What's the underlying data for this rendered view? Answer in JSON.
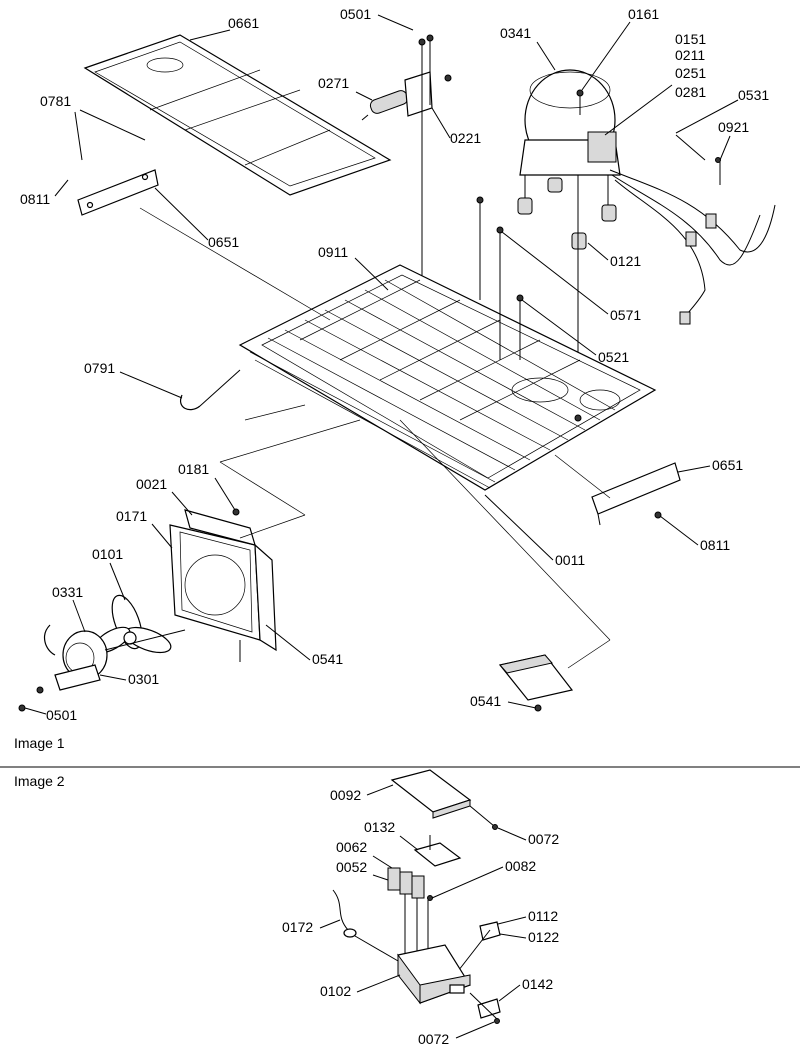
{
  "images": [
    {
      "caption": "Image 1",
      "parts": [
        "0501",
        "0161",
        "0341",
        "0151",
        "0211",
        "0251",
        "0281",
        "0661",
        "0271",
        "0781",
        "0531",
        "0921",
        "0811",
        "0221",
        "0651",
        "0121",
        "0911",
        "0571",
        "0521",
        "0791",
        "0651",
        "0181",
        "0021",
        "0171",
        "0811",
        "0011",
        "0101",
        "0331",
        "0541",
        "0301",
        "0541",
        "0501"
      ]
    },
    {
      "caption": "Image 2",
      "parts": [
        "0092",
        "0072",
        "0132",
        "0062",
        "0082",
        "0052",
        "0172",
        "0112",
        "0122",
        "0102",
        "0142",
        "0072"
      ]
    }
  ]
}
